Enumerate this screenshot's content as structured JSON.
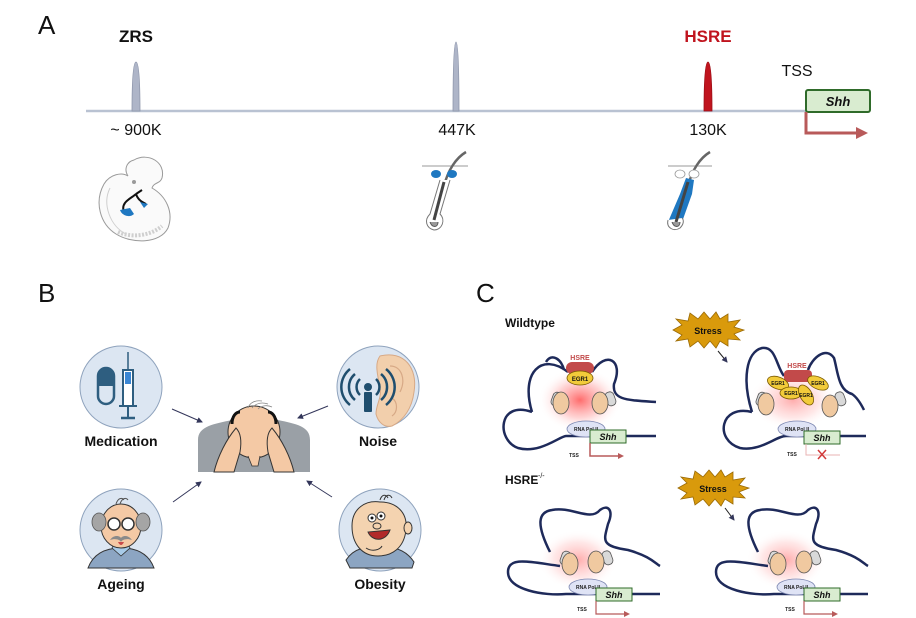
{
  "panels": {
    "A": {
      "letter": "A",
      "enhancers": [
        {
          "name": "ZRS",
          "distance": "~ 900K",
          "color": "#aeb5c8",
          "highlight": false
        },
        {
          "name": "",
          "distance": "447K",
          "color": "#aeb5c8",
          "highlight": false
        },
        {
          "name": "HSRE",
          "distance": "130K",
          "color": "#c0141e",
          "highlight": true
        }
      ],
      "tss_label": "TSS",
      "gene_label": "Shh",
      "icons": [
        "embryo-limb-icon",
        "hair-follicle-icon",
        "hair-follicle-highlighted-icon"
      ],
      "colors": {
        "line": "#b9c2d2",
        "gene_fill": "#d9ecd0",
        "gene_border": "#2f6b2a",
        "arrow": "#b85a5a",
        "highlight_blue": "#1f78c1"
      }
    },
    "B": {
      "letter": "B",
      "center_icon": "hair-loss-man-icon",
      "factors": [
        {
          "label": "Medication",
          "icon": "pill-syringe-icon"
        },
        {
          "label": "Noise",
          "icon": "ear-sound-icon"
        },
        {
          "label": "Ageing",
          "icon": "old-man-icon"
        },
        {
          "label": "Obesity",
          "icon": "obese-man-icon"
        }
      ],
      "colors": {
        "circle_fill": "#dce6f2",
        "circle_border": "#8fa3bd"
      }
    },
    "C": {
      "letter": "C",
      "rows": [
        {
          "label": "Wildtype",
          "label_sup": "",
          "basal": {
            "hsre": "HSRE",
            "tf": [
              "EGR1"
            ],
            "polymerase": "RNA Pol II",
            "gene": "Shh",
            "tss": "TSS",
            "transcription": "active"
          },
          "stress": {
            "trigger": "Stress",
            "hsre": "HSRE",
            "tf": [
              "EGR1",
              "EGR1",
              "EGR1",
              "EGR1"
            ],
            "polymerase": "RNA Pol II",
            "gene": "Shh",
            "tss": "TSS",
            "transcription": "blocked"
          }
        },
        {
          "label": "HSRE",
          "label_sup": "-/-",
          "basal": {
            "polymerase": "RNA Pol II",
            "gene": "Shh",
            "tss": "TSS",
            "transcription": "active"
          },
          "stress": {
            "trigger": "Stress",
            "polymerase": "RNA Pol II",
            "gene": "Shh",
            "tss": "TSS",
            "transcription": "active"
          }
        }
      ],
      "colors": {
        "dna": "#1e2a5a",
        "hsre": "#c24a4a",
        "egr1": "#f2cb3a",
        "cohesin": "#d9d9d9",
        "ctcf": "#f0c9a0",
        "polII": "#dfe3f5",
        "glow": "#ff4d4d",
        "stress": "#d99a0c"
      }
    }
  }
}
